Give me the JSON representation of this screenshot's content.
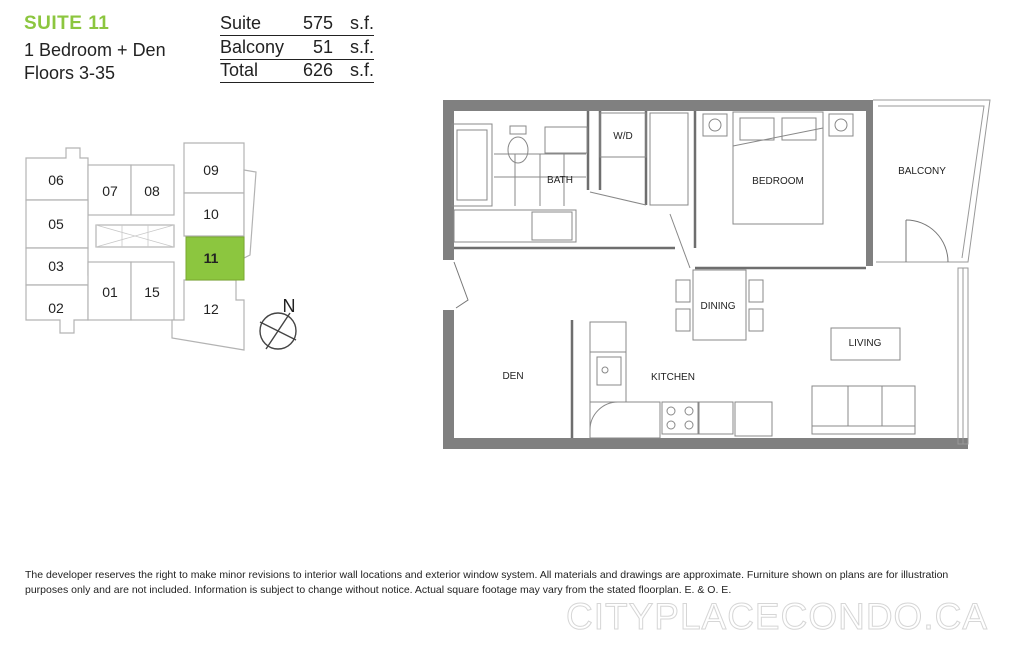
{
  "suite": {
    "title": "SUITE 11",
    "type": "1 Bedroom + Den",
    "floors": "Floors 3-35"
  },
  "areas": [
    {
      "label": "Suite",
      "value": "575",
      "unit": "s.f."
    },
    {
      "label": "Balcony",
      "value": "51",
      "unit": "s.f."
    },
    {
      "label": "Total",
      "value": "626",
      "unit": "s.f."
    }
  ],
  "keyplan": {
    "units": [
      "06",
      "07",
      "08",
      "09",
      "10",
      "11",
      "05",
      "03",
      "02",
      "01",
      "15",
      "12"
    ],
    "highlighted_unit": "11",
    "north_label": "N",
    "highlight_color": "#8cc63f"
  },
  "floorplan": {
    "rooms": {
      "wd": "W/D",
      "bath": "BATH",
      "bedroom": "BEDROOM",
      "balcony": "BALCONY",
      "dining": "DINING",
      "living": "LIVING",
      "den": "DEN",
      "kitchen": "KITCHEN"
    },
    "wall_color": "#808080"
  },
  "disclaimer": "The developer reserves the right to make minor revisions to interior wall locations and exterior window system. All materials and drawings are approximate. Furniture shown on plans are for illustration purposes only and are not included. Information is subject to change without notice. Actual square footage may vary from the stated floorplan. E. & O. E.",
  "watermark": "CITYPLACECONDO.CA"
}
